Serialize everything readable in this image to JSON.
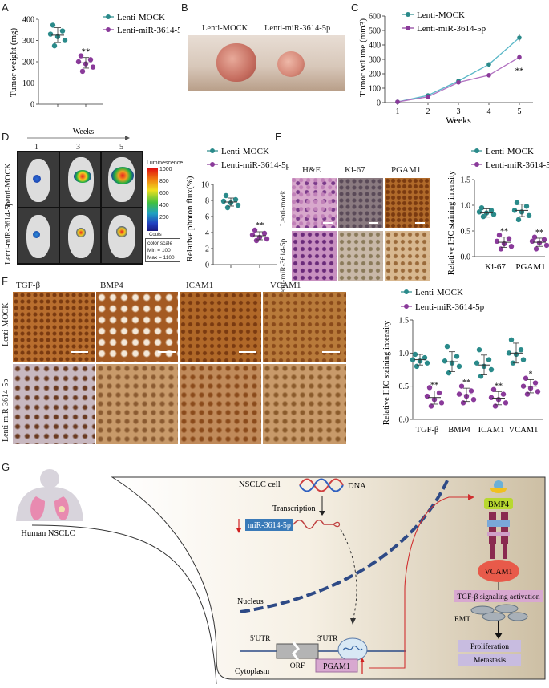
{
  "panels": {
    "A": "A",
    "B": "B",
    "C": "C",
    "D": "D",
    "E": "E",
    "F": "F",
    "G": "G"
  },
  "colors": {
    "mock": "#2a8a8a",
    "mir": "#8a3a9a",
    "mock_line": "#5ab8c8",
    "mir_line": "#b070c0"
  },
  "legend": {
    "mock": "Lenti-MOCK",
    "mir": "Lenti-miR-3614-5p"
  },
  "sig": {
    "double": "**",
    "single": "*"
  },
  "panelB": {
    "left_label": "Lenti-MOCK",
    "right_label": "Lenti-miR-3614-5p"
  },
  "panelD": {
    "weeks_title": "Weeks",
    "week_labels": [
      "1",
      "3",
      "5"
    ],
    "row_labels": [
      "Lenti-MOCK",
      "Lenti-miR-3614-5p"
    ],
    "colorbar_title": "Luminescence",
    "colorbar_ticks": [
      "1000",
      "800",
      "600",
      "400",
      "200"
    ],
    "counts": "Couts",
    "scale_lines": [
      "color scale",
      "Min = 100",
      "Max = 1100"
    ]
  },
  "panelE": {
    "stain_headers": [
      "H&E",
      "Ki-67",
      "PGAM1"
    ],
    "row_labels": [
      "Lenti-mock",
      "Lenti-miR-3614-5p"
    ]
  },
  "panelF": {
    "stain_headers": [
      "TGF-β",
      "BMP4",
      "ICAM1",
      "VCAM1"
    ],
    "row_labels": [
      "Lenti-MOCK",
      "Lenti-miR-3614-5p"
    ]
  },
  "panelG": {
    "human_label": "Human NSCLC",
    "cell_label": "NSCLC cell",
    "dna_label": "DNA",
    "transcription": "Transcription",
    "mirna": "miR-3614-5p",
    "nucleus": "Nucleus",
    "utr5": "5'UTR",
    "utr3": "3'UTR",
    "orf": "ORF",
    "pgam1": "PGAM1",
    "cytoplasm": "Cytoplasm",
    "bmp4": "BMP4",
    "vcam1": "VCAM1",
    "tgf": "TGF-β signaling activation",
    "emt": "EMT",
    "proliferation": "Proliferation",
    "metastasis": "Metastasis"
  },
  "chart_data": [
    {
      "id": "A",
      "type": "scatter",
      "ylabel": "Tumor weight (mg)",
      "ylim": [
        0,
        400
      ],
      "yticks": [
        0,
        100,
        200,
        300,
        400
      ],
      "series": [
        {
          "name": "Lenti-MOCK",
          "mean": 325,
          "sd": 35,
          "values": [
            372,
            345,
            330,
            318,
            300,
            275
          ]
        },
        {
          "name": "Lenti-miR-3614-5p",
          "mean": 195,
          "sd": 25,
          "values": [
            228,
            210,
            200,
            190,
            175,
            155
          ]
        }
      ],
      "annotations": [
        "**"
      ]
    },
    {
      "id": "C",
      "type": "line",
      "xlabel": "Weeks",
      "ylabel": "Tumor volume (mm3)",
      "x": [
        1,
        2,
        3,
        4,
        5
      ],
      "ylim": [
        0,
        600
      ],
      "yticks": [
        0,
        100,
        200,
        300,
        400,
        500,
        600
      ],
      "series": [
        {
          "name": "Lenti-MOCK",
          "values": [
            5,
            50,
            150,
            265,
            450
          ],
          "err": [
            3,
            8,
            15,
            15,
            25
          ]
        },
        {
          "name": "Lenti-miR-3614-5p",
          "values": [
            5,
            40,
            140,
            190,
            315
          ],
          "err": [
            3,
            6,
            12,
            12,
            20
          ]
        }
      ],
      "annotations": [
        "**"
      ]
    },
    {
      "id": "D",
      "type": "scatter",
      "ylabel": "Relative photon flux(%)",
      "ylim": [
        0,
        10
      ],
      "yticks": [
        0,
        2,
        4,
        6,
        8,
        10
      ],
      "series": [
        {
          "name": "Lenti-MOCK",
          "mean": 7.8,
          "sd": 0.5,
          "values": [
            8.6,
            8.1,
            7.9,
            7.7,
            7.4,
            7.1
          ]
        },
        {
          "name": "Lenti-miR-3614-5p",
          "mean": 3.6,
          "sd": 0.5,
          "values": [
            4.3,
            3.9,
            3.7,
            3.4,
            3.2,
            3.0
          ]
        }
      ],
      "annotations": [
        "**"
      ]
    },
    {
      "id": "E",
      "type": "scatter",
      "ylabel": "Relative IHC staining intensity",
      "categories": [
        "Ki-67",
        "PGAM1"
      ],
      "ylim": [
        0,
        1.5
      ],
      "yticks": [
        0.0,
        0.5,
        1.0,
        1.5
      ],
      "series": [
        {
          "name": "Lenti-MOCK",
          "means": [
            0.85,
            0.9
          ],
          "sd": [
            0.08,
            0.12
          ],
          "values": [
            [
              0.95,
              0.9,
              0.87,
              0.85,
              0.82,
              0.78
            ],
            [
              1.05,
              0.98,
              0.9,
              0.87,
              0.8,
              0.72
            ]
          ]
        },
        {
          "name": "Lenti-miR-3614-5p",
          "means": [
            0.28,
            0.28
          ],
          "sd": [
            0.1,
            0.08
          ],
          "values": [
            [
              0.42,
              0.35,
              0.3,
              0.25,
              0.2,
              0.15
            ],
            [
              0.38,
              0.33,
              0.3,
              0.27,
              0.22,
              0.15
            ]
          ]
        }
      ],
      "annotations": [
        "**",
        "**"
      ]
    },
    {
      "id": "F",
      "type": "scatter",
      "ylabel": "Relative IHC staining intensity",
      "categories": [
        "TGF-β",
        "BMP4",
        "ICAM1",
        "VCAM1"
      ],
      "ylim": [
        0,
        1.5
      ],
      "yticks": [
        0.0,
        0.5,
        1.0,
        1.5
      ],
      "series": [
        {
          "name": "Lenti-MOCK",
          "means": [
            0.9,
            0.87,
            0.82,
            1.0
          ],
          "sd": [
            0.08,
            0.15,
            0.15,
            0.15
          ],
          "values": [
            [
              0.98,
              0.93,
              0.9,
              0.88,
              0.85,
              0.8
            ],
            [
              1.1,
              0.95,
              0.88,
              0.85,
              0.8,
              0.7
            ],
            [
              1.05,
              0.9,
              0.85,
              0.8,
              0.75,
              0.65
            ],
            [
              1.2,
              1.05,
              1.0,
              0.98,
              0.9,
              0.85
            ]
          ]
        },
        {
          "name": "Lenti-miR-3614-5p",
          "means": [
            0.33,
            0.37,
            0.32,
            0.5
          ],
          "sd": [
            0.1,
            0.1,
            0.1,
            0.1
          ],
          "values": [
            [
              0.48,
              0.4,
              0.35,
              0.3,
              0.25,
              0.2
            ],
            [
              0.5,
              0.43,
              0.38,
              0.35,
              0.3,
              0.25
            ],
            [
              0.45,
              0.38,
              0.33,
              0.3,
              0.25,
              0.2
            ],
            [
              0.62,
              0.55,
              0.5,
              0.47,
              0.42,
              0.38
            ]
          ]
        }
      ],
      "annotations": [
        "**",
        "**",
        "**",
        "*"
      ]
    }
  ]
}
